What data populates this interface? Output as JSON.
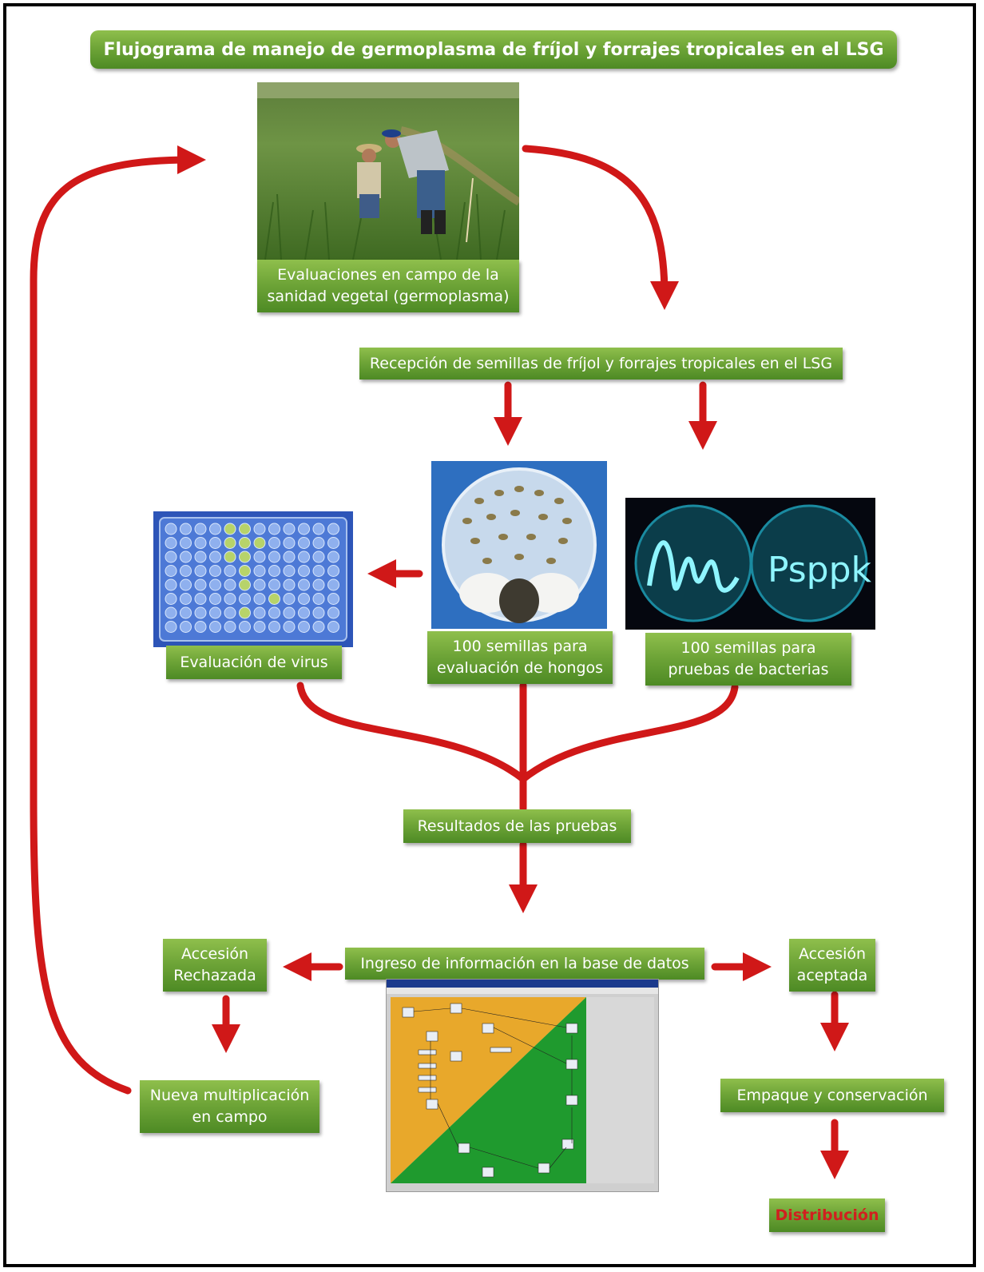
{
  "title": "Flujograma de manejo de germoplasma de fríjol y forrajes tropicales en el LSG",
  "nodes": {
    "field_eval": "Evaluaciones en campo de la\nsanidad vegetal (germoplasma)",
    "reception": "Recepción de semillas de fríjol y forrajes tropicales en el LSG",
    "virus": "Evaluación de virus",
    "fungi": "100 semillas para\nevaluación de hongos",
    "bacteria": "100 semillas para\npruebas de bacterias",
    "results": "Resultados de las pruebas",
    "database": "Ingreso de información en la base de datos",
    "rejected": "Accesión\nRechazada",
    "accepted": "Accesión\naceptada",
    "new_mult": "Nueva multiplicación\nen campo",
    "packing": "Empaque y conservación",
    "distribution": "Distribución"
  },
  "fluor_text": "Psppk",
  "colors": {
    "arrow": "#d01818",
    "box_green": "#6fa538",
    "distribution_text": "#d11f1f"
  }
}
